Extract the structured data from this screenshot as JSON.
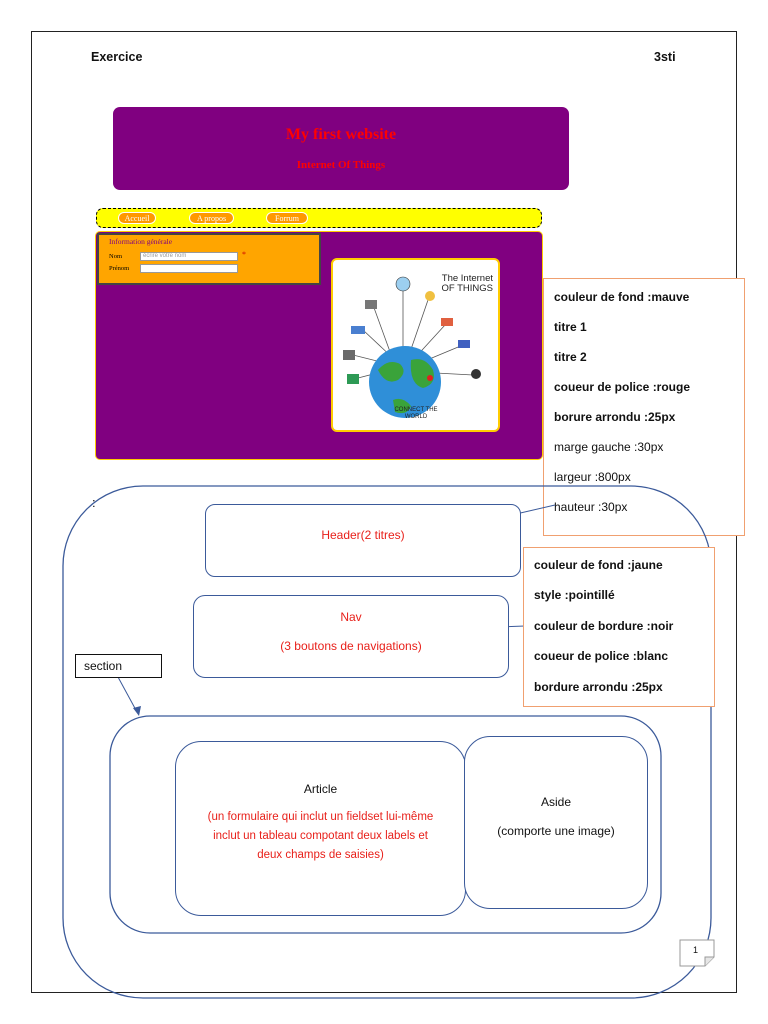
{
  "document": {
    "header_left": "Exercice",
    "header_right": "3sti",
    "page_number": "1"
  },
  "website": {
    "title1": "My first website",
    "title2": "Internet Of Things",
    "nav_buttons": [
      "Accueil",
      "A propos",
      "Forrum"
    ],
    "fieldset_legend": "Information générale",
    "label_nom": "Nom",
    "nom_placeholder": "écrire votre nom",
    "required_mark": "*",
    "label_prenom": "Prénom",
    "aside_image_text": "The Internet OF THINGS",
    "aside_image_caption": "CONNECT THE WORLD"
  },
  "notes_header": [
    "couleur de fond :mauve",
    "titre 1",
    "titre 2",
    "coueur de police :rouge",
    "borure arrondu :25px",
    "marge gauche :30px",
    "largeur :800px",
    "hauteur :30px"
  ],
  "notes_nav": [
    "couleur de fond :jaune",
    "style :pointillé",
    "couleur de bordure :noir",
    "coueur de police :blanc",
    "bordure arrondu :25px"
  ],
  "diagram": {
    "colon": ":",
    "header_box": "Header(2 titres)",
    "nav_box_line1": "Nav",
    "nav_box_line2": "(3 boutons de navigations)",
    "section_label": "section",
    "article_title": "Article",
    "article_desc1": "(un formulaire qui inclut un fieldset lui-même",
    "article_desc2": "inclut un tableau compotant deux labels et",
    "article_desc3": "deux champs de saisies)",
    "aside_title": "Aside",
    "aside_desc": "(comporte une image)"
  },
  "colors": {
    "site_header_bg": "#800080",
    "title_color": "#ff0000",
    "nav_bg": "#ffff00",
    "nav_button_bg": "#ff9900",
    "article_bg": "#ffa500",
    "diagram_stroke": "#3b5a9a",
    "diagram_red_text": "#e8201a",
    "note_border": "#f0a070"
  }
}
